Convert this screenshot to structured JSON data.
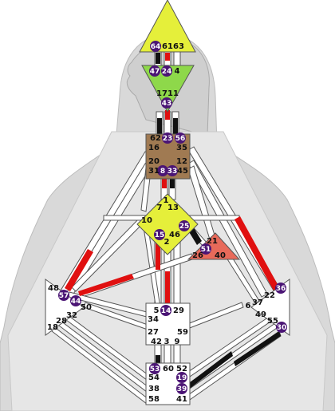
{
  "colors": {
    "background": "#ffffff",
    "silhouette_outer": "#d9d9d9",
    "silhouette_inner": "#e6e6e6",
    "channel_outline": "#555555",
    "channel_fill": "#ffffff",
    "red_activation": "#e01010",
    "black_activation": "#111111",
    "active_gate_circle": "#4b1575",
    "head_center": "#e5ef3a",
    "ajna_center": "#8ed84a",
    "throat_center": "#a07a52",
    "g_center": "#e5ef3a",
    "ego_center": "#e86a5a",
    "white_center": "#ffffff"
  },
  "centers": {
    "head": {
      "defined": true
    },
    "ajna": {
      "defined": true
    },
    "throat": {
      "defined": true
    },
    "g": {
      "defined": true
    },
    "ego": {
      "defined": true
    },
    "spleen": {
      "defined": false
    },
    "sacral": {
      "defined": false
    },
    "solar_plexus": {
      "defined": false
    },
    "root": {
      "defined": false
    }
  },
  "gates": {
    "g64": "64",
    "g61": "61",
    "g63": "63",
    "g47": "47",
    "g24": "24",
    "g4": "4",
    "g17": "17",
    "g11": "11",
    "g43": "43",
    "g62": "62",
    "g23": "23",
    "g56": "56",
    "g16": "16",
    "g35": "35",
    "g20": "20",
    "g12": "12",
    "g31": "31",
    "g8": "8",
    "g33": "33",
    "g45": "45",
    "g1": "1",
    "g7": "7",
    "g13": "13",
    "g10": "10",
    "g15": "15",
    "g46": "46",
    "g2": "2",
    "g25": "25",
    "g21": "21",
    "g51": "51",
    "g26": "26",
    "g40": "40",
    "g48": "48",
    "g57": "57",
    "g44": "44",
    "g50": "50",
    "g32": "32",
    "g28": "28",
    "g18": "18",
    "g36": "36",
    "g22": "22",
    "g6": "6",
    "g37": "37",
    "g49": "49",
    "g55": "55",
    "g30": "30",
    "g5": "5",
    "g14": "14",
    "g29": "29",
    "g34": "34",
    "g27": "27",
    "g59": "59",
    "g42": "42",
    "g3": "3",
    "g9": "9",
    "g53": "53",
    "g60": "60",
    "g52": "52",
    "g54": "54",
    "g19": "19",
    "g38": "38",
    "g39": "39",
    "g58": "58",
    "g41": "41"
  }
}
